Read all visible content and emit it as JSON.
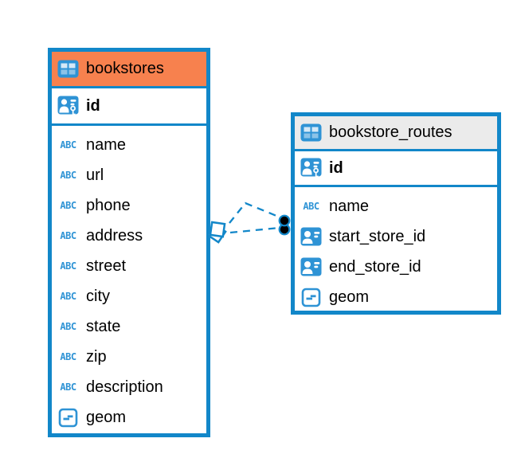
{
  "canvas": {
    "background": "#FFFFFF"
  },
  "colors": {
    "border_blue": "#1287C9",
    "icon_blue": "#2E93D5",
    "bookstores_header": "#F7814E",
    "routes_header": "#EBEBEB",
    "text": "#000000",
    "connector": "#1287C9",
    "connector_dot": "#000000"
  },
  "icons": {
    "text_type_label": "ABC"
  },
  "tables": [
    {
      "name": "bookstores",
      "primary_key": {
        "name": "id",
        "type": "primary-key"
      },
      "columns": [
        {
          "name": "name",
          "type": "text"
        },
        {
          "name": "url",
          "type": "text"
        },
        {
          "name": "phone",
          "type": "text"
        },
        {
          "name": "address",
          "type": "text"
        },
        {
          "name": "street",
          "type": "text"
        },
        {
          "name": "city",
          "type": "text"
        },
        {
          "name": "state",
          "type": "text"
        },
        {
          "name": "zip",
          "type": "text"
        },
        {
          "name": "description",
          "type": "text"
        },
        {
          "name": "geom",
          "type": "geometry"
        }
      ]
    },
    {
      "name": "bookstore_routes",
      "primary_key": {
        "name": "id",
        "type": "primary-key"
      },
      "columns": [
        {
          "name": "name",
          "type": "text"
        },
        {
          "name": "start_store_id",
          "type": "reference"
        },
        {
          "name": "end_store_id",
          "type": "reference"
        },
        {
          "name": "geom",
          "type": "geometry"
        }
      ]
    }
  ],
  "relationships": [
    {
      "between": [
        "bookstores",
        "bookstore_routes"
      ],
      "style": "dashed"
    },
    {
      "between": [
        "bookstores",
        "bookstore_routes"
      ],
      "style": "dashed"
    }
  ]
}
